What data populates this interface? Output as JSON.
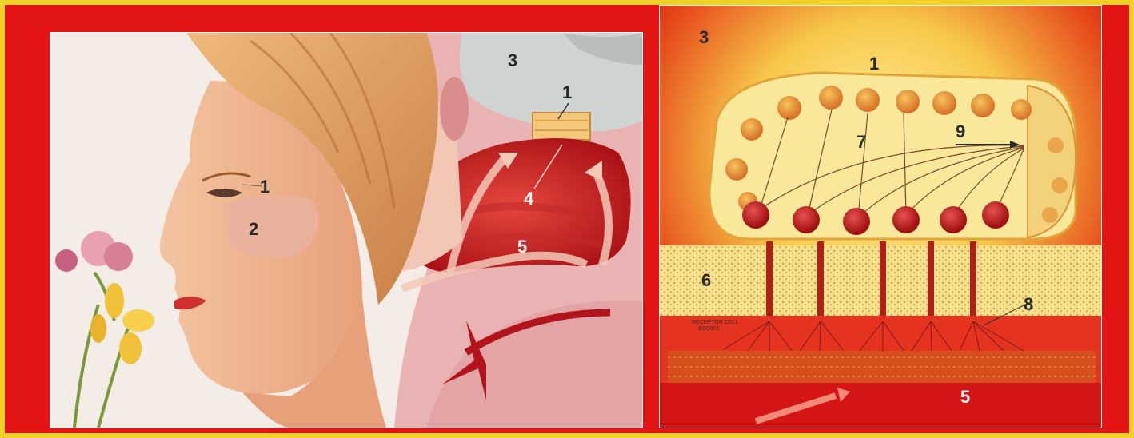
{
  "left_diagram": {
    "labels": {
      "l1_eye": "1",
      "l2_face": "2",
      "l3_brain": "3",
      "l1_bulb": "1",
      "l4_cavity": "4",
      "l5_airflow": "5"
    }
  },
  "right_diagram": {
    "labels": {
      "r3_brain": "3",
      "r1_bulb": "1",
      "r7_mitral": "7",
      "r9_tract": "9",
      "r6_bone": "6",
      "r8_fibers": "8",
      "r5_airflow": "5"
    },
    "small_caption_line1": "RECEPTOR CELL",
    "small_caption_line2": "BODIES"
  },
  "colors": {
    "border": "#f2d02a",
    "background": "#e31414",
    "outer": "#163d6b"
  }
}
